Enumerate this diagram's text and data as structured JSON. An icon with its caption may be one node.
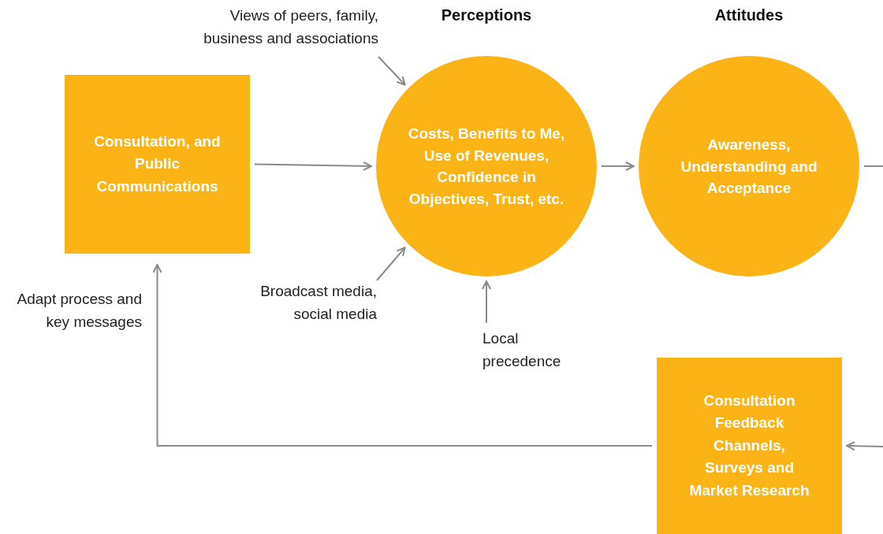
{
  "diagram": {
    "nodes": [
      {
        "text": [
          "Views of peers, family, business and associations"
        ]
      },
      {
        "text": [
          "Consultation, and Public Communications"
        ]
      },
      {
        "text": [
          "Perceptions",
          "Costs, Benefits to Me, Use of Revenues, Confidence in Objectives, Trust, etc."
        ]
      },
      {
        "text": [
          "Attitudes",
          "Awareness, Understanding and Acceptance"
        ]
      },
      {
        "text": [
          "Broadcast media, social media"
        ]
      },
      {
        "text": [
          "Local precedence"
        ]
      },
      {
        "text": [
          "Consultation Feedback Channels, Surveys and Market Research"
        ]
      }
    ],
    "edges": [
      {
        "from": 0,
        "to": 2,
        "arrow": "to"
      },
      {
        "from": 1,
        "to": 2,
        "arrow": "to"
      },
      {
        "from": 4,
        "to": 2,
        "arrow": "to"
      },
      {
        "from": 5,
        "to": 2,
        "arrow": "to"
      },
      {
        "from": 2,
        "to": 3,
        "arrow": "to"
      },
      {
        "from": 3,
        "to": null,
        "arrow": "none"
      },
      {
        "from": null,
        "to": 6,
        "arrow": "to"
      },
      {
        "from": 6,
        "to": 1,
        "arrow": "to",
        "label": "Adapt process and key messages"
      }
    ]
  }
}
